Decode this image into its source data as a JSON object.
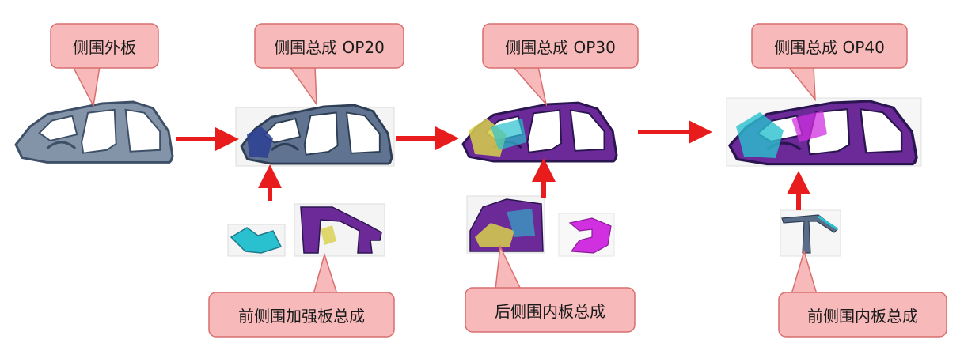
{
  "colors": {
    "callout_fill": "#f7b9b9",
    "callout_stroke": "#d96f6f",
    "arrow": "#e81c1c",
    "steel_panel": "#556a82",
    "purple_panel": "#6b2a98",
    "magenta_part": "#d030e0",
    "cyan_part": "#29c0cf",
    "yellow_part": "#d8d04a"
  },
  "stations": [
    {
      "label": "侧围外板"
    },
    {
      "label": "侧围总成 OP20"
    },
    {
      "label": "侧围总成 OP30"
    },
    {
      "label": "侧围总成 OP40"
    }
  ],
  "sub_parts": [
    {
      "label": "前侧围加强板总成"
    },
    {
      "label": "后侧围内板总成"
    },
    {
      "label": "前侧围内板总成"
    }
  ]
}
